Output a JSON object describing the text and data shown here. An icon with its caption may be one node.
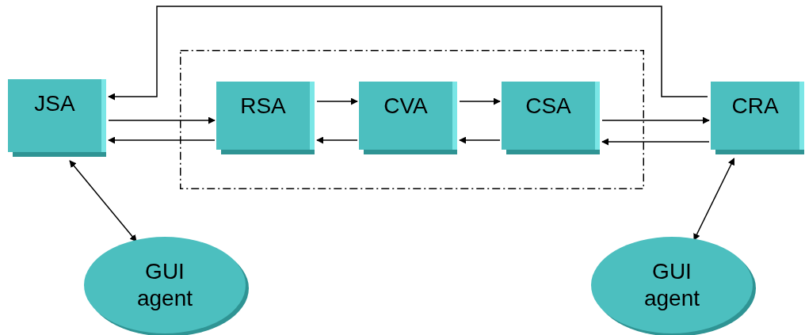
{
  "diagram": {
    "nodes": [
      {
        "text": [
          "JSA"
        ]
      },
      {
        "text": [],
        "shape": "box"
      },
      {
        "text": [
          "RSA"
        ],
        "in": 1
      },
      {
        "text": [
          "CVA"
        ],
        "in": 1
      },
      {
        "text": [
          "CSA"
        ],
        "in": 1
      },
      {
        "text": [
          "CRA"
        ]
      },
      {
        "text": [
          "GUI agent"
        ]
      },
      {
        "text": [
          "GUI agent"
        ]
      }
    ],
    "edges": [
      {
        "from": 5,
        "to": 0,
        "arrow": "to"
      },
      {
        "from": 0,
        "to": 2,
        "arrow": "to"
      },
      {
        "from": 2,
        "to": 0,
        "arrow": "to"
      },
      {
        "from": 2,
        "to": 3,
        "arrow": "to"
      },
      {
        "from": 3,
        "to": 2,
        "arrow": "to"
      },
      {
        "from": 3,
        "to": 4,
        "arrow": "to"
      },
      {
        "from": 4,
        "to": 3,
        "arrow": "to"
      },
      {
        "from": 4,
        "to": 5,
        "arrow": "to"
      },
      {
        "from": 5,
        "to": 4,
        "arrow": "to"
      },
      {
        "from": 0,
        "to": 6,
        "arrow": "both"
      },
      {
        "from": 5,
        "to": 7,
        "arrow": "both"
      }
    ]
  }
}
